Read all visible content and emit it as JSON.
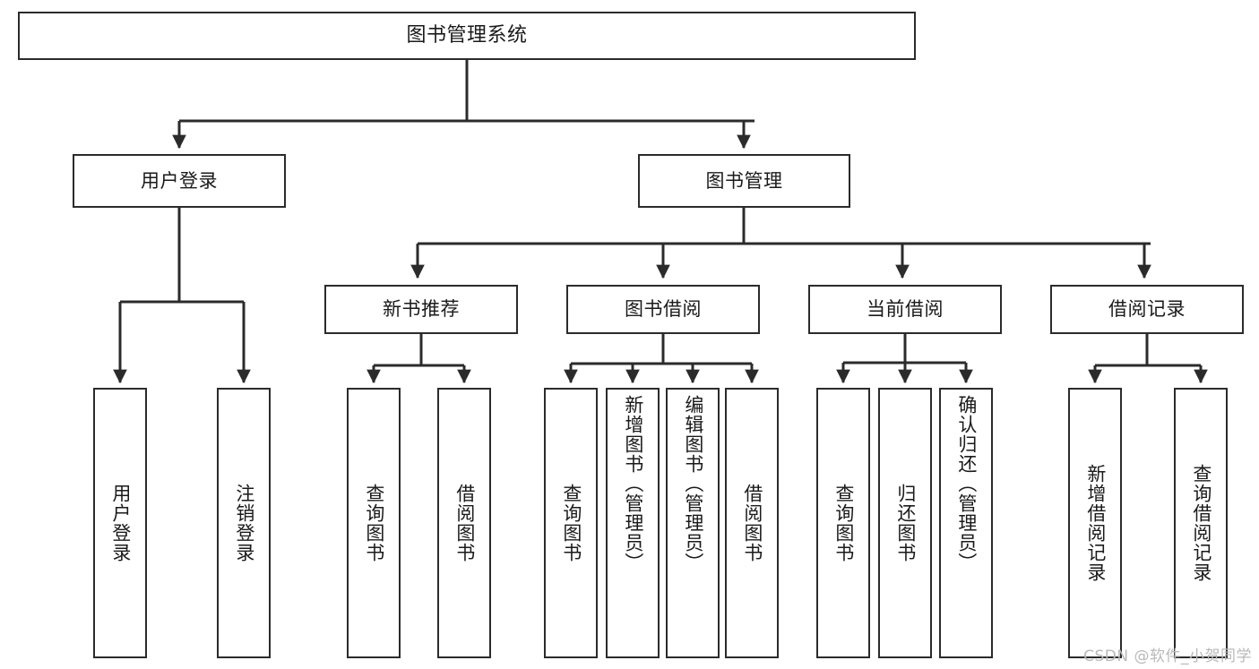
{
  "diagram": {
    "title": "图书管理系统",
    "type": "functional-structure-tree",
    "watermark": "CSDN @软件_小贺同学",
    "colors": {
      "stroke": "#2b2b2b",
      "fill": "#ffffff",
      "text": "#1a1a1a",
      "watermark": "#b9b9b9",
      "background": "#ffffff"
    },
    "nodes": {
      "root": {
        "label": "图书管理系统"
      },
      "level1": [
        {
          "id": "user-login",
          "label": "用户登录"
        },
        {
          "id": "book-management",
          "label": "图书管理"
        }
      ],
      "level2": [
        {
          "id": "new-book-recommend",
          "label": "新书推荐"
        },
        {
          "id": "book-borrow",
          "label": "图书借阅"
        },
        {
          "id": "current-borrow",
          "label": "当前借阅"
        },
        {
          "id": "borrow-record",
          "label": "借阅记录"
        }
      ],
      "leaves": {
        "user-login": [
          {
            "id": "leaf-user-login",
            "label": "用户登录"
          },
          {
            "id": "leaf-user-logout",
            "label": "注销登录"
          }
        ],
        "new-book-recommend": [
          {
            "id": "leaf-query-book-1",
            "label": "查询图书"
          },
          {
            "id": "leaf-borrow-book-1",
            "label": "借阅图书"
          }
        ],
        "book-borrow": [
          {
            "id": "leaf-query-book-2",
            "label": "查询图书"
          },
          {
            "id": "leaf-add-book",
            "label": "新增图书（管理员）"
          },
          {
            "id": "leaf-edit-book",
            "label": "编辑图书（管理员）"
          },
          {
            "id": "leaf-borrow-book-2",
            "label": "借阅图书"
          }
        ],
        "current-borrow": [
          {
            "id": "leaf-query-book-3",
            "label": "查询图书"
          },
          {
            "id": "leaf-return-book",
            "label": "归还图书"
          },
          {
            "id": "leaf-confirm-return",
            "label": "确认归还（管理员）"
          }
        ],
        "borrow-record": [
          {
            "id": "leaf-add-record",
            "label": "新增借阅记录"
          },
          {
            "id": "leaf-query-record",
            "label": "查询借阅记录"
          }
        ]
      }
    }
  }
}
